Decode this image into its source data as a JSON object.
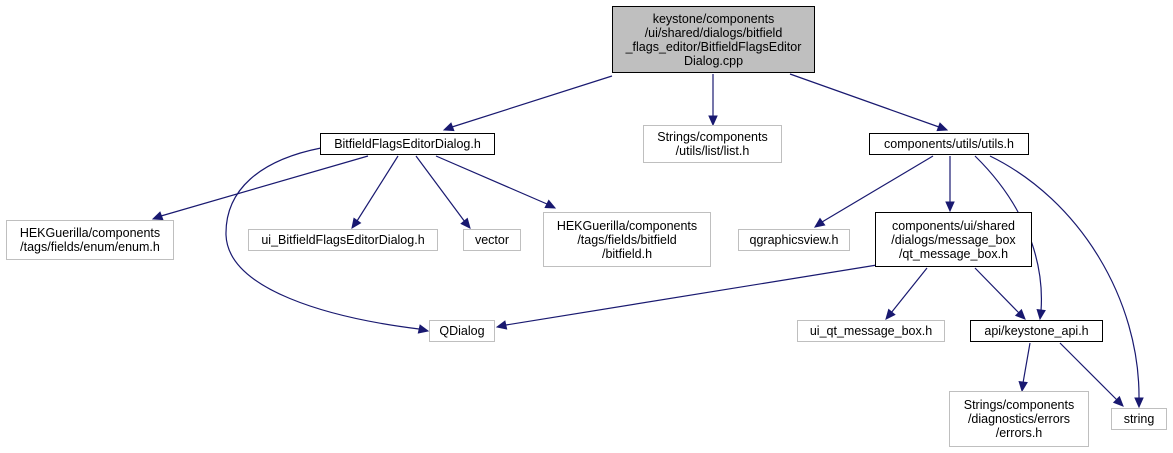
{
  "colors": {
    "edge": "#191970",
    "root_fill": "#bfbfbf",
    "local_border": "#000000",
    "external_border": "#bfbfbf"
  },
  "nodes": [
    {
      "id": "root",
      "kind": "root",
      "lines": [
        "keystone/components",
        "/ui/shared/dialogs/bitfield",
        "_flags_editor/BitfieldFlagsEditor",
        "Dialog.cpp"
      ]
    },
    {
      "id": "bfd_h",
      "kind": "local",
      "lines": [
        "BitfieldFlagsEditorDialog.h"
      ]
    },
    {
      "id": "list_h",
      "kind": "external",
      "lines": [
        "Strings/components",
        "/utils/list/list.h"
      ]
    },
    {
      "id": "utils_h",
      "kind": "local",
      "lines": [
        "components/utils/utils.h"
      ]
    },
    {
      "id": "enum_h",
      "kind": "external",
      "lines": [
        "HEKGuerilla/components",
        "/tags/fields/enum/enum.h"
      ]
    },
    {
      "id": "ui_bfd_h",
      "kind": "external",
      "lines": [
        "ui_BitfieldFlagsEditorDialog.h"
      ]
    },
    {
      "id": "vector",
      "kind": "external",
      "lines": [
        "vector"
      ]
    },
    {
      "id": "bitfield_h",
      "kind": "external",
      "lines": [
        "HEKGuerilla/components",
        "/tags/fields/bitfield",
        "/bitfield.h"
      ]
    },
    {
      "id": "qgraphicsview_h",
      "kind": "external",
      "lines": [
        "qgraphicsview.h"
      ]
    },
    {
      "id": "qt_msgbox_h",
      "kind": "local",
      "lines": [
        "components/ui/shared",
        "/dialogs/message_box",
        "/qt_message_box.h"
      ]
    },
    {
      "id": "qdialog",
      "kind": "external",
      "lines": [
        "QDialog"
      ]
    },
    {
      "id": "ui_qt_msgbox_h",
      "kind": "external",
      "lines": [
        "ui_qt_message_box.h"
      ]
    },
    {
      "id": "keystone_api_h",
      "kind": "local",
      "lines": [
        "api/keystone_api.h"
      ]
    },
    {
      "id": "errors_h",
      "kind": "external",
      "lines": [
        "Strings/components",
        "/diagnostics/errors",
        "/errors.h"
      ]
    },
    {
      "id": "string",
      "kind": "external",
      "lines": [
        "string"
      ]
    }
  ],
  "edges": [
    {
      "from": "root",
      "to": "bfd_h"
    },
    {
      "from": "root",
      "to": "list_h"
    },
    {
      "from": "root",
      "to": "utils_h"
    },
    {
      "from": "bfd_h",
      "to": "enum_h"
    },
    {
      "from": "bfd_h",
      "to": "ui_bfd_h"
    },
    {
      "from": "bfd_h",
      "to": "vector"
    },
    {
      "from": "bfd_h",
      "to": "bitfield_h"
    },
    {
      "from": "bfd_h",
      "to": "qdialog"
    },
    {
      "from": "utils_h",
      "to": "qgraphicsview_h"
    },
    {
      "from": "utils_h",
      "to": "qt_msgbox_h"
    },
    {
      "from": "utils_h",
      "to": "keystone_api_h"
    },
    {
      "from": "utils_h",
      "to": "string"
    },
    {
      "from": "qt_msgbox_h",
      "to": "qdialog"
    },
    {
      "from": "qt_msgbox_h",
      "to": "ui_qt_msgbox_h"
    },
    {
      "from": "qt_msgbox_h",
      "to": "keystone_api_h"
    },
    {
      "from": "keystone_api_h",
      "to": "errors_h"
    },
    {
      "from": "keystone_api_h",
      "to": "string"
    }
  ]
}
